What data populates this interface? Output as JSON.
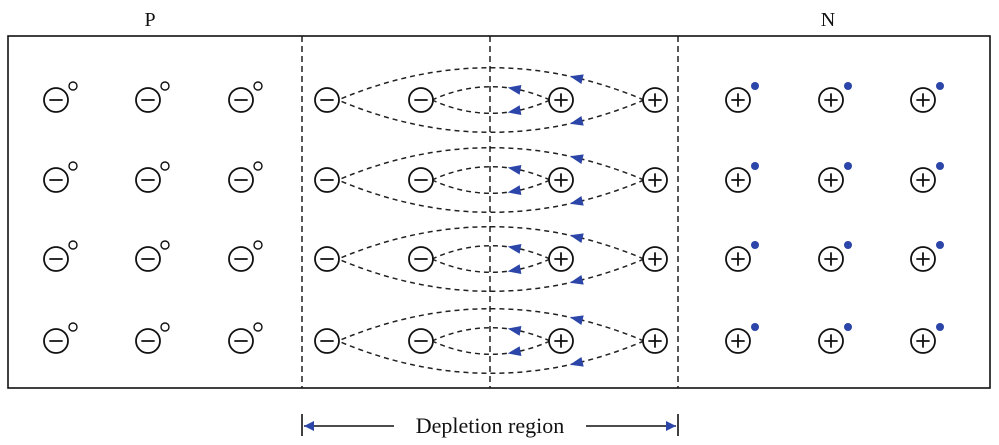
{
  "labels": {
    "p_side": "P",
    "n_side": "N",
    "depletion": "Depletion region"
  },
  "structure": {
    "rows": 4,
    "columns": [
      {
        "ion": "negative",
        "carrier": "hole",
        "zone": "p"
      },
      {
        "ion": "negative",
        "carrier": "hole",
        "zone": "p"
      },
      {
        "ion": "negative",
        "carrier": "hole",
        "zone": "p"
      },
      {
        "ion": "negative",
        "carrier": "none",
        "zone": "depletion"
      },
      {
        "ion": "negative",
        "carrier": "none",
        "zone": "depletion"
      },
      {
        "ion": "positive",
        "carrier": "none",
        "zone": "depletion"
      },
      {
        "ion": "positive",
        "carrier": "none",
        "zone": "depletion"
      },
      {
        "ion": "positive",
        "carrier": "electron",
        "zone": "n"
      },
      {
        "ion": "positive",
        "carrier": "electron",
        "zone": "n"
      },
      {
        "ion": "positive",
        "carrier": "electron",
        "zone": "n"
      }
    ],
    "field_direction": "positive-to-negative"
  },
  "colors": {
    "electron": "#2b45a8",
    "arrow": "#2b45a8",
    "line": "#111111"
  },
  "icons": {
    "negative_ion": "circled-minus-icon",
    "positive_ion": "circled-plus-icon",
    "hole": "hollow-dot-icon",
    "electron": "filled-dot-icon",
    "field_arrow": "arrowhead-icon"
  }
}
